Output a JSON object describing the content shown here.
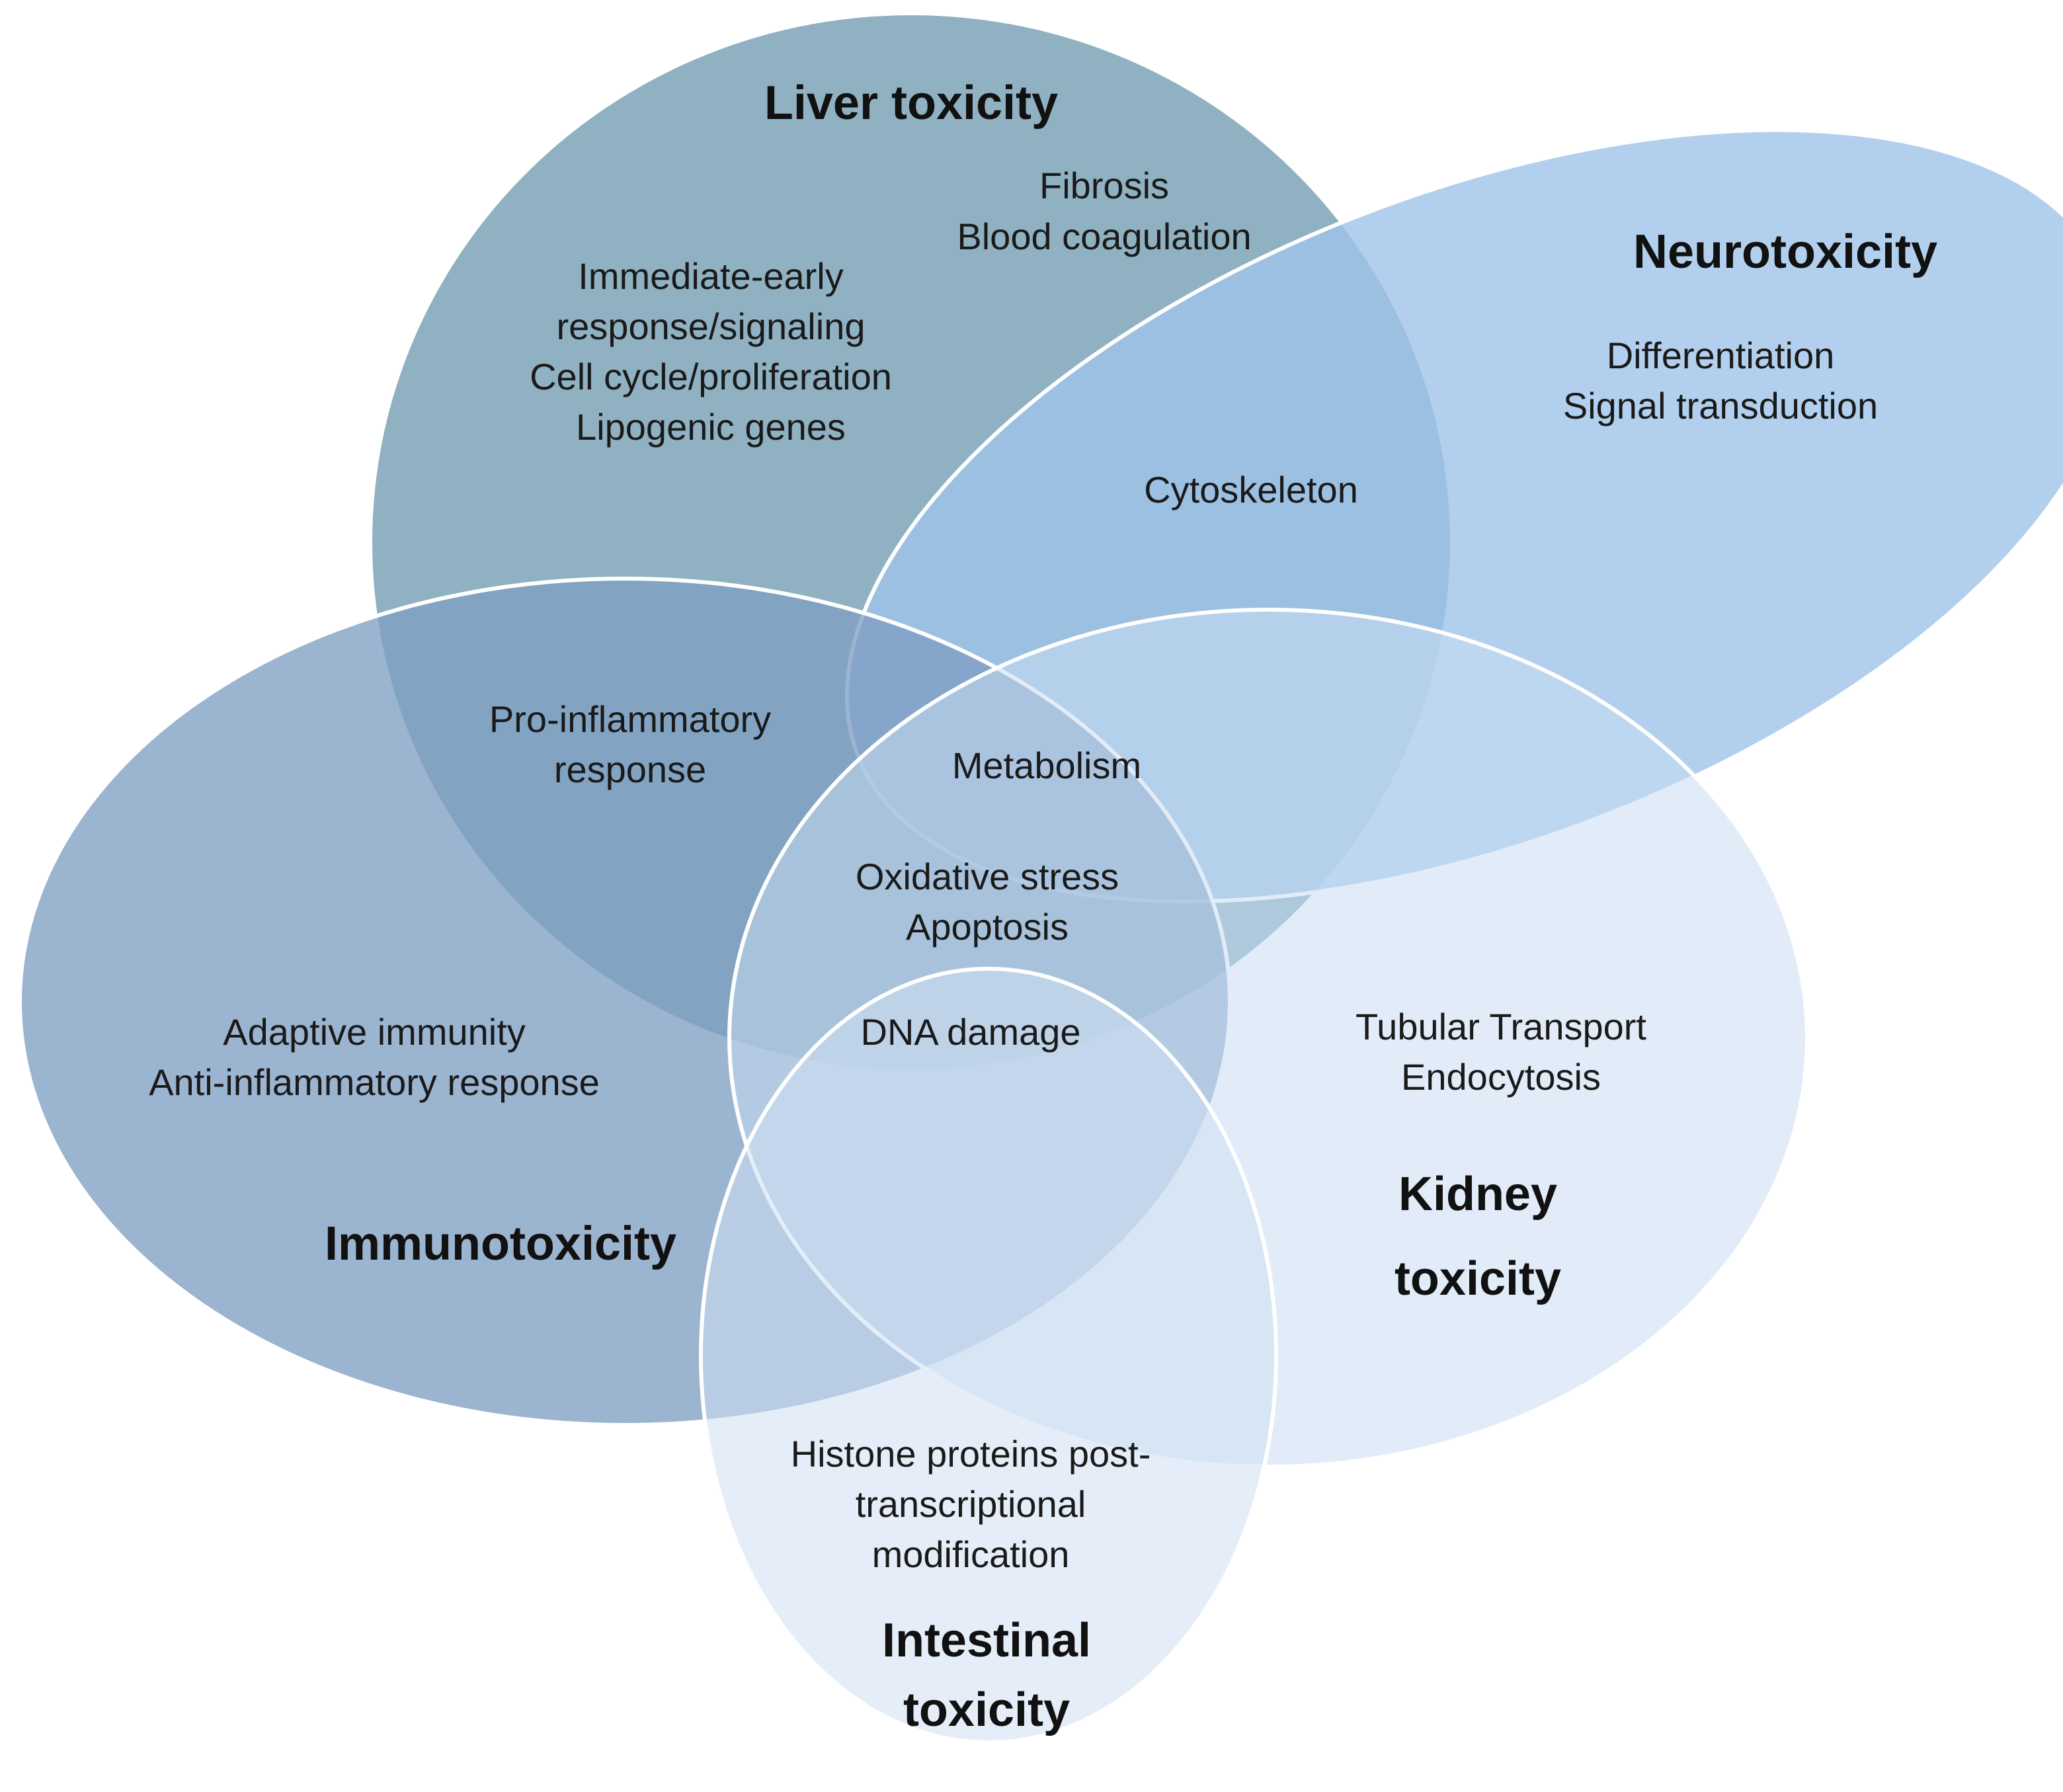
{
  "colors": {
    "liver": "#7fa6b8",
    "neuro": "#9fc4ea",
    "immuno": "#7f9fc3",
    "kidney": "#c8dcf2",
    "intestinal": "#cfe0f3",
    "outline": "#ffffff",
    "text": "#1a1a1a"
  },
  "sets": {
    "liver": {
      "title": "Liver toxicity"
    },
    "neuro": {
      "title": "Neurotoxicity"
    },
    "immuno": {
      "title": "Immunotoxicity"
    },
    "kidney": {
      "title_line1": "Kidney",
      "title_line2": "toxicity"
    },
    "intestinal": {
      "title_line1": "Intestinal",
      "title_line2": "toxicity"
    }
  },
  "regions": {
    "liver_fibrosis": [
      "Fibrosis",
      "Blood coagulation"
    ],
    "liver_only": [
      "Immediate-early",
      "response/signaling",
      "Cell cycle/proliferation",
      "Lipogenic genes"
    ],
    "neuro_only": [
      "Differentiation",
      "Signal transduction"
    ],
    "liver_neuro": [
      "Cytoskeleton"
    ],
    "liver_immuno": [
      "Pro-inflammatory",
      "response"
    ],
    "metabolism": [
      "Metabolism"
    ],
    "core": [
      "Oxidative stress",
      "Apoptosis"
    ],
    "dna": [
      "DNA damage"
    ],
    "immuno_only": [
      "Adaptive immunity",
      "Anti-inflammatory response"
    ],
    "kidney_only": [
      "Tubular Transport",
      "Endocytosis"
    ],
    "intestinal_only": [
      "Histone proteins post-",
      "transcriptional",
      "modification"
    ]
  }
}
